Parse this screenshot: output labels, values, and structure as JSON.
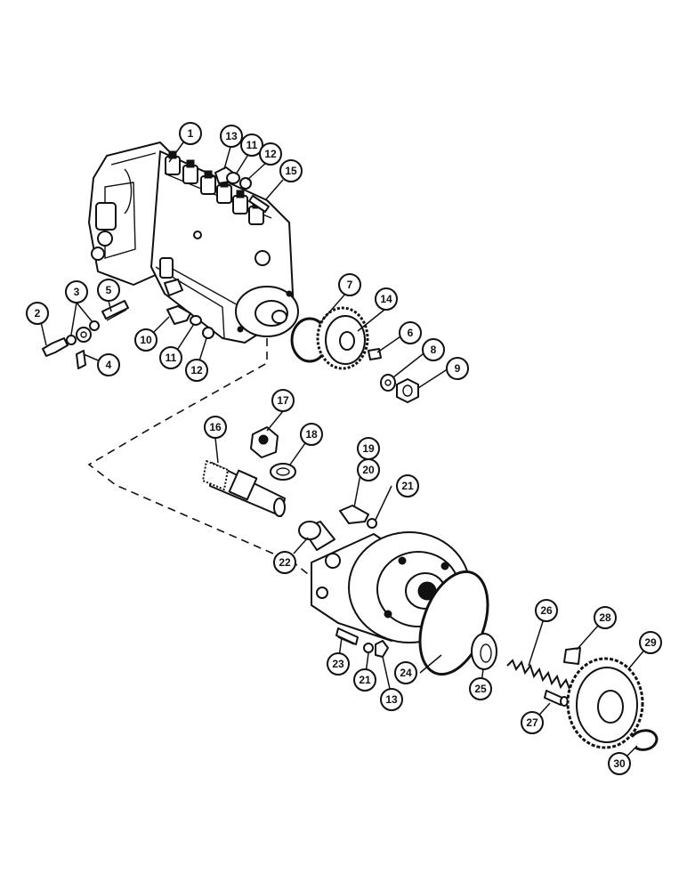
{
  "callouts": [
    {
      "id": "1",
      "label": "1"
    },
    {
      "id": "2",
      "label": "2"
    },
    {
      "id": "3",
      "label": "3"
    },
    {
      "id": "4",
      "label": "4"
    },
    {
      "id": "5",
      "label": "5"
    },
    {
      "id": "6",
      "label": "6"
    },
    {
      "id": "7",
      "label": "7"
    },
    {
      "id": "8",
      "label": "8"
    },
    {
      "id": "9",
      "label": "9"
    },
    {
      "id": "10",
      "label": "10"
    },
    {
      "id": "11a",
      "label": "11"
    },
    {
      "id": "11b",
      "label": "11"
    },
    {
      "id": "12a",
      "label": "12"
    },
    {
      "id": "12b",
      "label": "12"
    },
    {
      "id": "13a",
      "label": "13"
    },
    {
      "id": "13b",
      "label": "13"
    },
    {
      "id": "14",
      "label": "14"
    },
    {
      "id": "15",
      "label": "15"
    },
    {
      "id": "16",
      "label": "16"
    },
    {
      "id": "17",
      "label": "17"
    },
    {
      "id": "18",
      "label": "18"
    },
    {
      "id": "19",
      "label": "19"
    },
    {
      "id": "20",
      "label": "20"
    },
    {
      "id": "21a",
      "label": "21"
    },
    {
      "id": "21b",
      "label": "21"
    },
    {
      "id": "22",
      "label": "22"
    },
    {
      "id": "23",
      "label": "23"
    },
    {
      "id": "24",
      "label": "24"
    },
    {
      "id": "25",
      "label": "25"
    },
    {
      "id": "26",
      "label": "26"
    },
    {
      "id": "27",
      "label": "27"
    },
    {
      "id": "28",
      "label": "28"
    },
    {
      "id": "29",
      "label": "29"
    },
    {
      "id": "30",
      "label": "30"
    }
  ]
}
